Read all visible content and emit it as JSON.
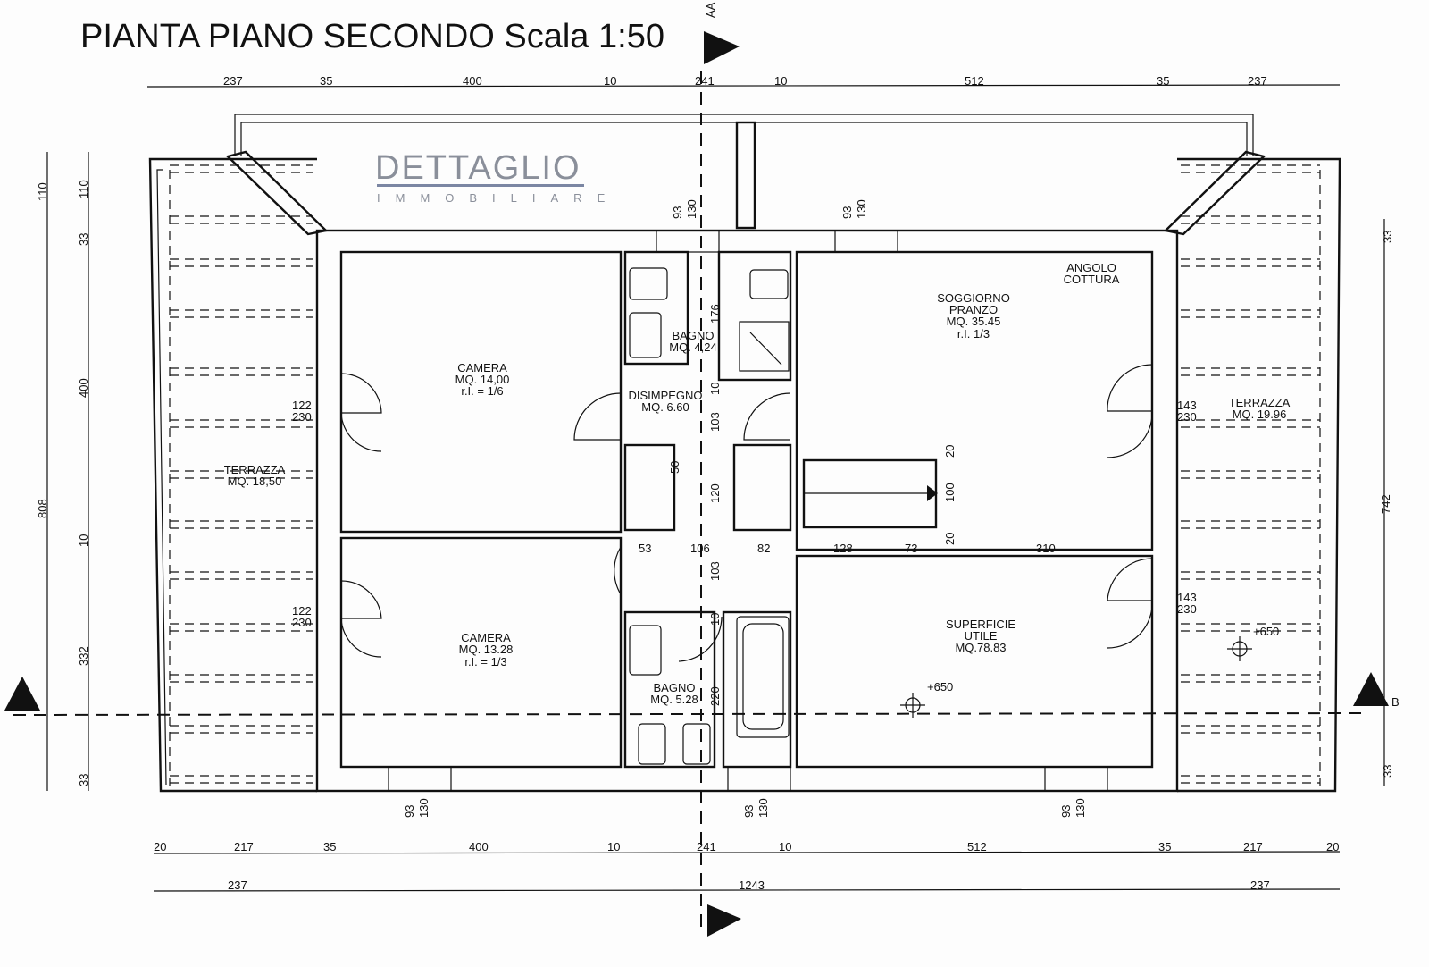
{
  "title": "PIANTA PIANO SECONDO Scala 1:50",
  "section_labels": {
    "aa": "AA",
    "b": "B"
  },
  "watermark": {
    "line1": "DETTAGLIO",
    "line2": "IMMOBILIARE"
  },
  "dimensions": {
    "top": [
      "237",
      "35",
      "400",
      "10",
      "241",
      "10",
      "512",
      "35",
      "237"
    ],
    "bottom1": [
      "20",
      "217",
      "35",
      "400",
      "10",
      "241",
      "10",
      "512",
      "35",
      "217",
      "20"
    ],
    "bottom2": [
      "237",
      "1243",
      "237"
    ],
    "left_outer": [
      "110",
      "808"
    ],
    "left_inner": [
      "110",
      "33",
      "400",
      "10",
      "332",
      "33"
    ],
    "right": [
      "33",
      "742",
      "33"
    ],
    "windows": [
      "93",
      "130"
    ],
    "doors_left": [
      "122",
      "230"
    ],
    "doors_right": [
      "143",
      "230"
    ],
    "central": [
      "176",
      "10",
      "103",
      "50",
      "120",
      "103",
      "10",
      "220"
    ],
    "stair": [
      "20",
      "100",
      "20"
    ],
    "horizontal_mid": [
      "53",
      "106",
      "82",
      "128",
      "73",
      "310"
    ],
    "level": "+650"
  },
  "rooms": [
    {
      "name": "CAMERA",
      "area": "MQ. 14,00",
      "ratio": "r.I. = 1/6"
    },
    {
      "name": "CAMERA",
      "area": "MQ. 13.28",
      "ratio": "r.I. = 1/3"
    },
    {
      "name": "BAGNO",
      "area": "MQ. 4,24"
    },
    {
      "name": "DISIMPEGNO",
      "area": "MQ. 6.60"
    },
    {
      "name": "BAGNO",
      "area": "MQ. 5.28"
    },
    {
      "name": "SOGGIORNO",
      "name2": "PRANZO",
      "area": "MQ. 35.45",
      "ratio": "r.I. 1/3"
    },
    {
      "name": "ANGOLO",
      "name2": "COTTURA"
    },
    {
      "name": "SUPERFICIE",
      "name2": "UTILE",
      "area": "MQ.78.83"
    },
    {
      "name": "TERRAZZA",
      "area": "MQ. 18,50"
    },
    {
      "name": "TERRAZZA",
      "area": "MQ. 19.96"
    }
  ]
}
